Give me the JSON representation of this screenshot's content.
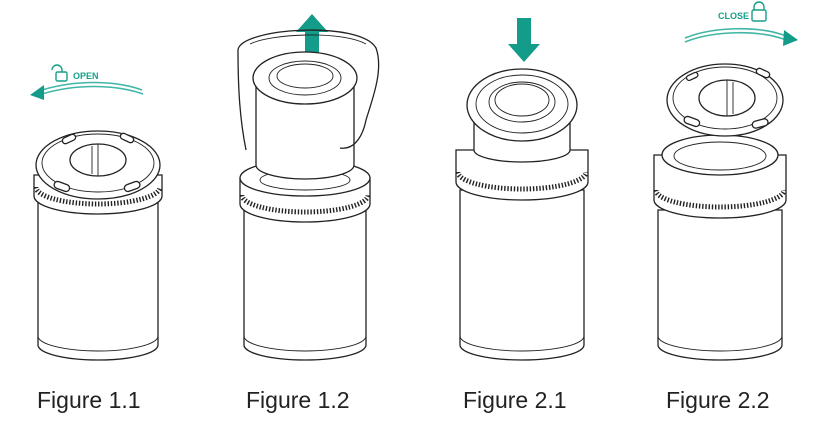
{
  "labels": {
    "open": "OPEN",
    "close": "CLOSE"
  },
  "figures": [
    {
      "id": "fig-1-1",
      "caption": "Figure 1.1"
    },
    {
      "id": "fig-1-2",
      "caption": "Figure 1.2"
    },
    {
      "id": "fig-2-1",
      "caption": "Figure 2.1"
    },
    {
      "id": "fig-2-2",
      "caption": "Figure 2.2"
    }
  ],
  "colors": {
    "accent": "#139c8a",
    "accent_light": "#3fb6a6",
    "ink": "#222222",
    "background": "#ffffff"
  },
  "icons": {
    "open": "unlocked-padlock-icon",
    "close": "locked-padlock-icon",
    "remove": "up-arrow-icon",
    "insert": "down-arrow-icon"
  }
}
